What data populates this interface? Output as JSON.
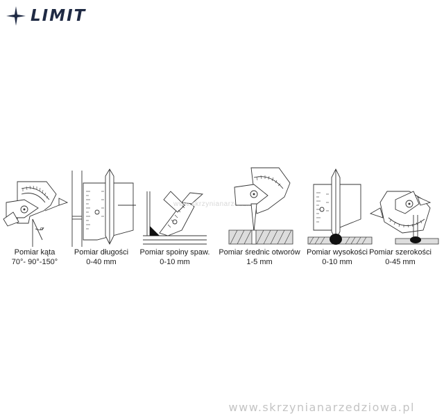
{
  "brand": {
    "name": "LIMIT",
    "icon": "limit-star-icon",
    "color": "#1f2a44"
  },
  "panels": [
    {
      "id": "angle",
      "title": "Pomiar kąta",
      "range": "70°- 90°-150°"
    },
    {
      "id": "length",
      "title": "Pomiar długości",
      "range": "0-40 mm"
    },
    {
      "id": "weld",
      "title": "Pomiar spoiny spaw.",
      "range": "0-10 mm"
    },
    {
      "id": "holes",
      "title": "Pomiar średnic otworów",
      "range": "1-5 mm"
    },
    {
      "id": "height",
      "title": "Pomiar wysokości",
      "range": "0-10 mm"
    },
    {
      "id": "width",
      "title": "Pomiar szerokości",
      "range": "0-45 mm"
    }
  ],
  "watermark": "www.skrzynianarzedziowa.pl"
}
